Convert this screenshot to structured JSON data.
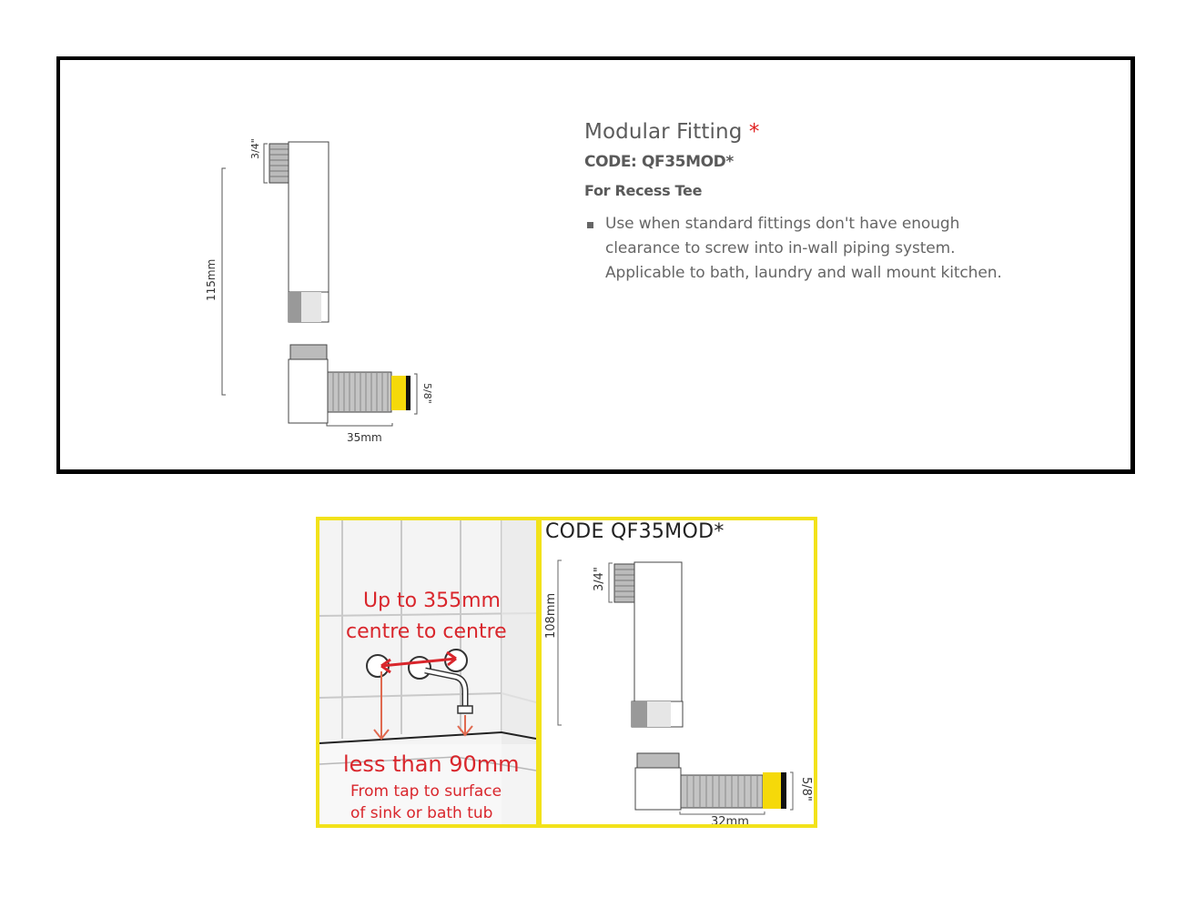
{
  "product": {
    "title": "Modular Fitting",
    "required_mark": "*",
    "code": "CODE: QF35MOD*",
    "subtitle": "For Recess Tee",
    "bullets": [
      {
        "lines": [
          "Use when standard fittings don't have enough",
          "clearance to screw into in-wall piping system.",
          "Applicable to bath, laundry and wall mount kitchen."
        ]
      }
    ],
    "diagram": {
      "height_label": "115mm",
      "thread_top_label": "3/4\"",
      "thread_side_label": "5/8\"",
      "length_label": "35mm"
    }
  },
  "install_banner": {
    "left": {
      "spacing_line1": "Up to 355mm",
      "spacing_line2": "centre to centre",
      "clearance_main": "less than 90mm",
      "clearance_line1": "From tap to surface",
      "clearance_line2": "of sink or bath tub"
    },
    "right": {
      "code": "CODE QF35MOD*",
      "height_label": "108mm",
      "thread_top_label": "3/4\"",
      "thread_side_label": "5/8\"",
      "length_label": "32mm"
    }
  },
  "colors": {
    "border": "#000000",
    "banner_yellow": "#f2e21a",
    "accent_red": "#d9262c",
    "required_red": "#e02020",
    "text_gray": "#5b5b5b"
  }
}
